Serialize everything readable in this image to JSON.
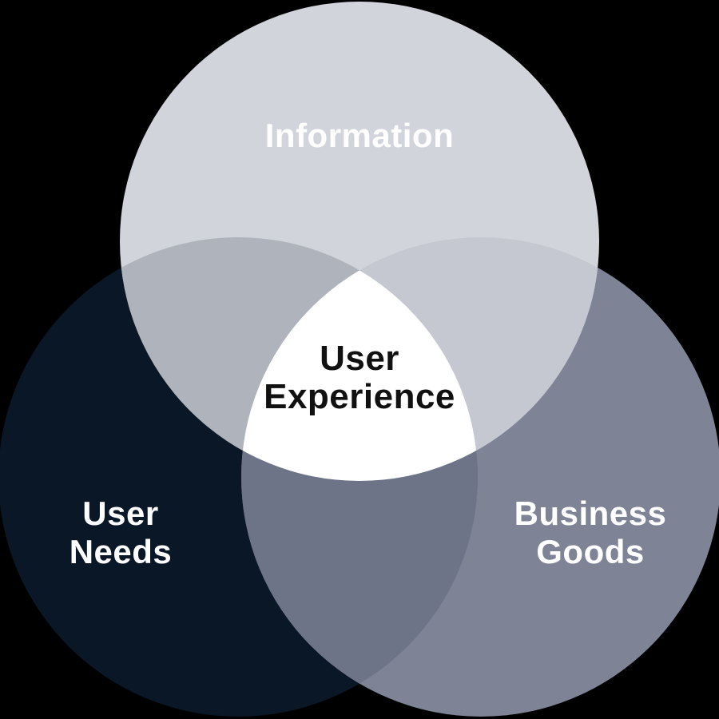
{
  "diagram": {
    "type": "venn-3-circle",
    "background_color": "#000000",
    "labels": {
      "information": "Information",
      "user_needs_line1": "User",
      "user_needs_line2": "Needs",
      "business_goods_line1": "Business",
      "business_goods_line2": "Goods",
      "center_line1": "User",
      "center_line2": "Experience"
    },
    "colors": {
      "information": "#D1D4DB",
      "user_needs": "#0A1727",
      "business_goods": "#7E8496",
      "information_user_needs_overlap": "#AFB4BC",
      "information_business_goods_overlap": "#C5C8D0",
      "user_needs_business_goods_overlap": "#6D7488",
      "center": "#FFFFFF",
      "label_text": "#FFFFFF",
      "center_text": "#111111"
    }
  }
}
